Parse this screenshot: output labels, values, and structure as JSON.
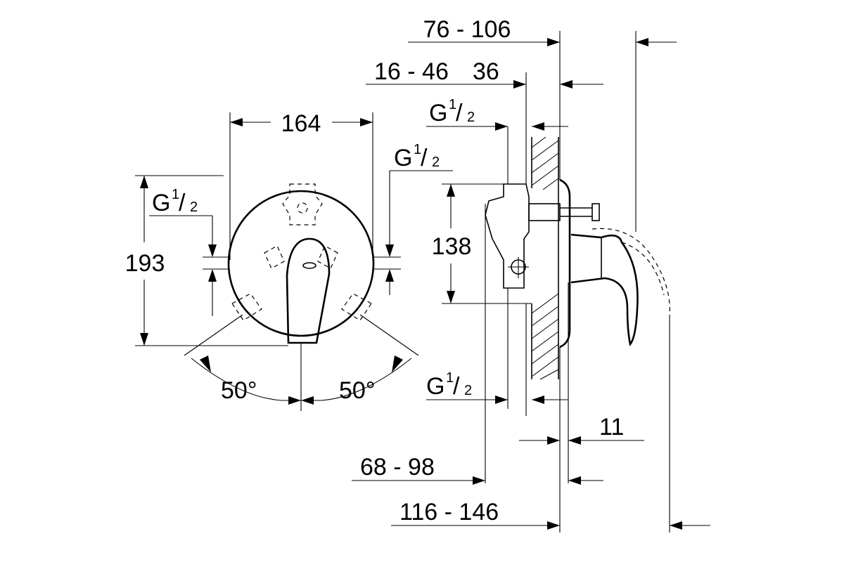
{
  "dimensions": {
    "d_76_106": "76 - 106",
    "d_16_46": "16 - 46",
    "d_36": "36",
    "d_164": "164",
    "d_193": "193",
    "d_138": "138",
    "d_11": "11",
    "d_68_98": "68 - 98",
    "d_116_146": "116 - 146"
  },
  "angles": {
    "left": "50°",
    "right": "50°"
  },
  "threads": {
    "main": "G",
    "fraction_num": "1",
    "fraction_den": "2"
  }
}
